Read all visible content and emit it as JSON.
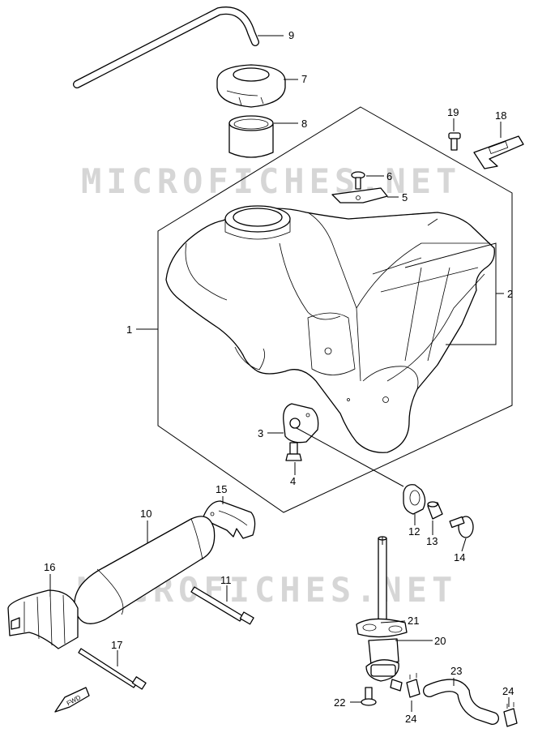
{
  "watermark": "MICROFICHES.NET",
  "watermark_color": "#d6d6d6",
  "fwd_label": "FWD",
  "callouts": {
    "c1": "1",
    "c2": "2",
    "c3": "3",
    "c4": "4",
    "c5": "5",
    "c6": "6",
    "c7": "7",
    "c8": "8",
    "c9": "9",
    "c10": "10",
    "c11": "11",
    "c12": "12",
    "c13": "13",
    "c14": "14",
    "c15": "15",
    "c16": "16",
    "c17": "17",
    "c18": "18",
    "c19": "19",
    "c20": "20",
    "c21": "21",
    "c22": "22",
    "c23": "23",
    "c24a": "24",
    "c24b": "24"
  }
}
